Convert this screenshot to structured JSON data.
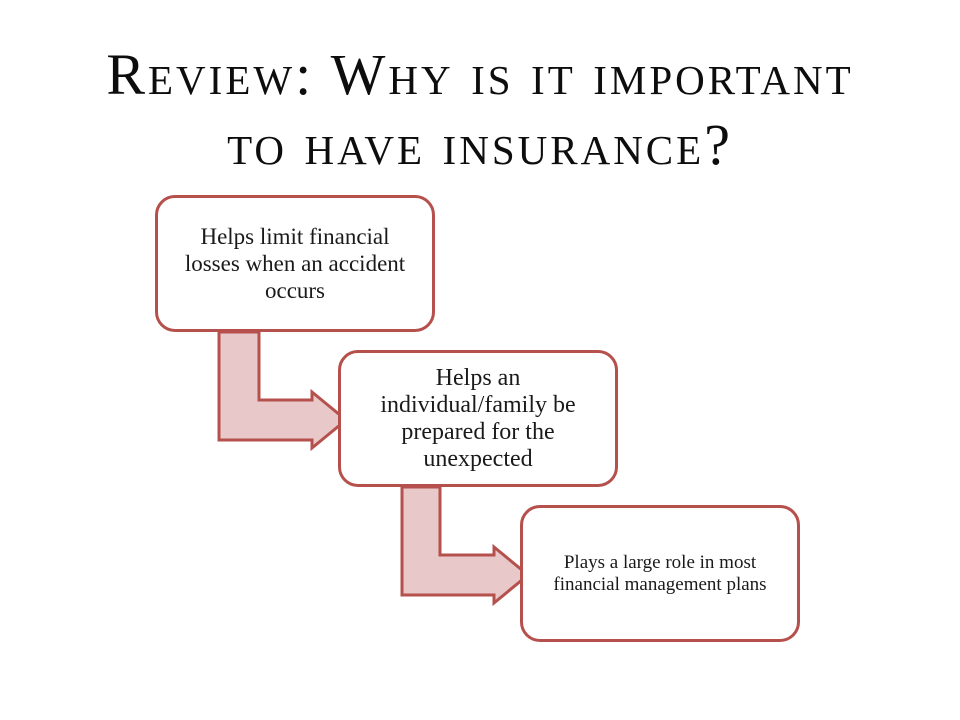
{
  "title": {
    "line1": "Review: Why is it important",
    "line2": "to have insurance?"
  },
  "steps": [
    {
      "text": "Helps limit financial losses when an accident occurs"
    },
    {
      "text": "Helps an individual/family be prepared for the unexpected"
    },
    {
      "text": "Plays a large role in most financial management plans"
    }
  ],
  "colors": {
    "box_border": "#b5504c",
    "arrow_fill": "#e8c8c8",
    "arrow_stroke": "#b5504c",
    "title_text": "#0d0d0d"
  }
}
